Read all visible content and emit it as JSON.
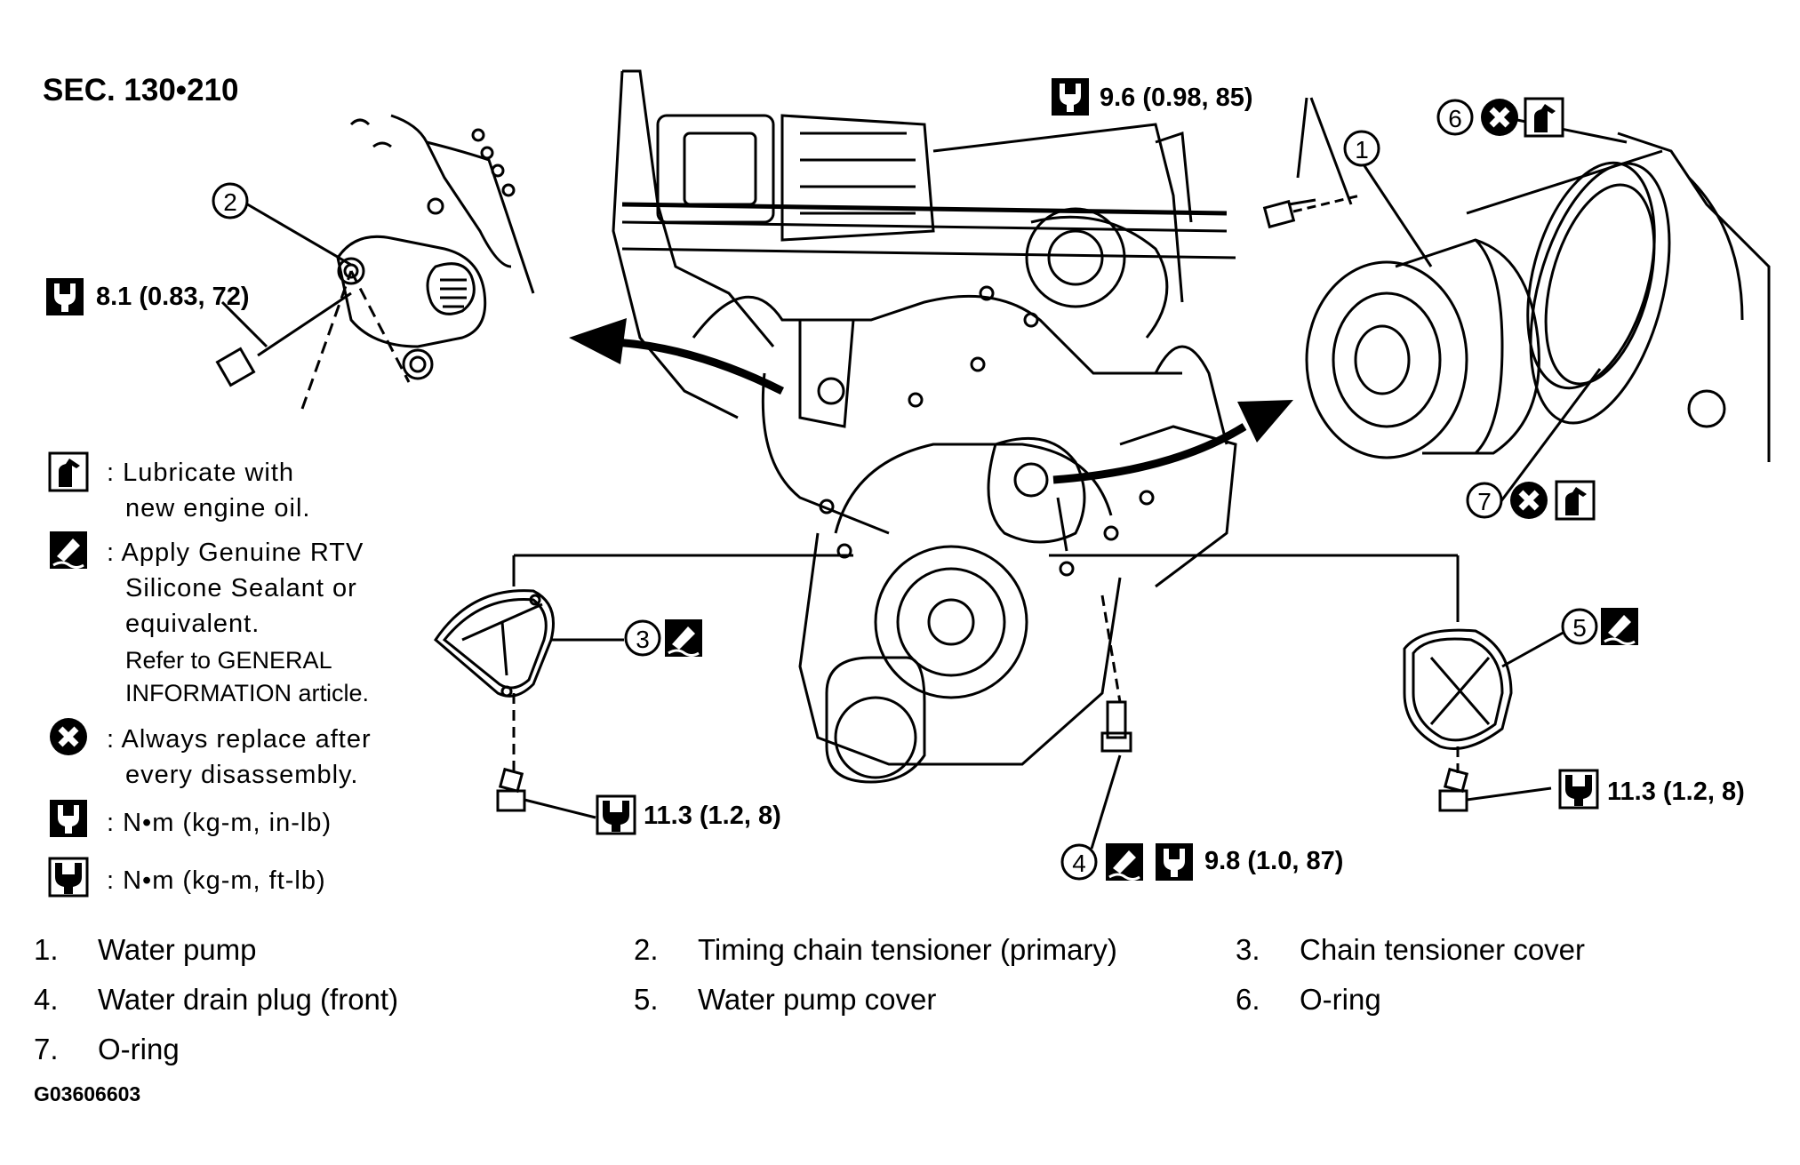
{
  "section_label": "SEC. 130•210",
  "figure_code": "G03606603",
  "torque_specs": {
    "t1": "9.6 (0.98, 85)",
    "t2": "8.1 (0.83, 72)",
    "t3": "11.3 (1.2, 8)",
    "t4": "9.8 (1.0, 87)",
    "t5": "11.3 (1.2, 8)"
  },
  "callouts": [
    "1",
    "2",
    "3",
    "4",
    "5",
    "6",
    "7"
  ],
  "legend": {
    "lubricate_1": ": Lubricate with",
    "lubricate_2": "new engine oil.",
    "rtv_1": ": Apply Genuine RTV",
    "rtv_2": "Silicone Sealant or",
    "rtv_3": "equivalent.",
    "rtv_4": "Refer to GENERAL",
    "rtv_5": "INFORMATION article.",
    "replace_1": ": Always replace after",
    "replace_2": "every disassembly.",
    "nm_inlb": ": N•m (kg-m, in-lb)",
    "nm_ftlb": ": N•m (kg-m, ft-lb)"
  },
  "parts": [
    {
      "num": "1.",
      "name": "Water pump"
    },
    {
      "num": "2.",
      "name": "Timing chain tensioner (primary)"
    },
    {
      "num": "3.",
      "name": "Chain tensioner cover"
    },
    {
      "num": "4.",
      "name": "Water drain plug (front)"
    },
    {
      "num": "5.",
      "name": "Water pump cover"
    },
    {
      "num": "6.",
      "name": "O-ring"
    },
    {
      "num": "7.",
      "name": "O-ring"
    }
  ],
  "icons": [
    "oil-can-icon",
    "sealant-tube-icon",
    "replace-x-icon",
    "torque-wrench-inlb-icon",
    "torque-wrench-ftlb-icon"
  ]
}
